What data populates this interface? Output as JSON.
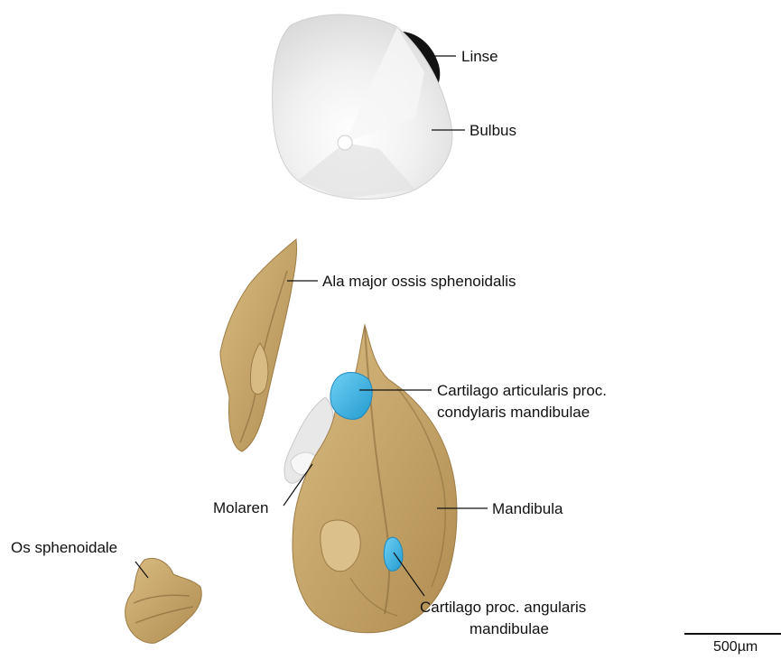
{
  "labels": {
    "lens": "Linse",
    "bulbus": "Bulbus",
    "ala_major": "Ala major ossis sphenoidalis",
    "cartilago_articularis_line1": "Cartilago articularis proc.",
    "cartilago_articularis_line2": "condylaris mandibulae",
    "molaren": "Molaren",
    "mandibula": "Mandibula",
    "os_sphenoidale": "Os sphenoidale",
    "cartilago_angularis_line1": "Cartilago proc. angularis",
    "cartilago_angularis_line2": "mandibulae"
  },
  "scale_bar": {
    "label": "500µm"
  },
  "colors": {
    "bone": "#c8a669",
    "bone_dark": "#8f7445",
    "cartilage": "#3db4e6",
    "eye": "#ececec",
    "lens": "#111111",
    "tooth": "#e6e6e6"
  }
}
